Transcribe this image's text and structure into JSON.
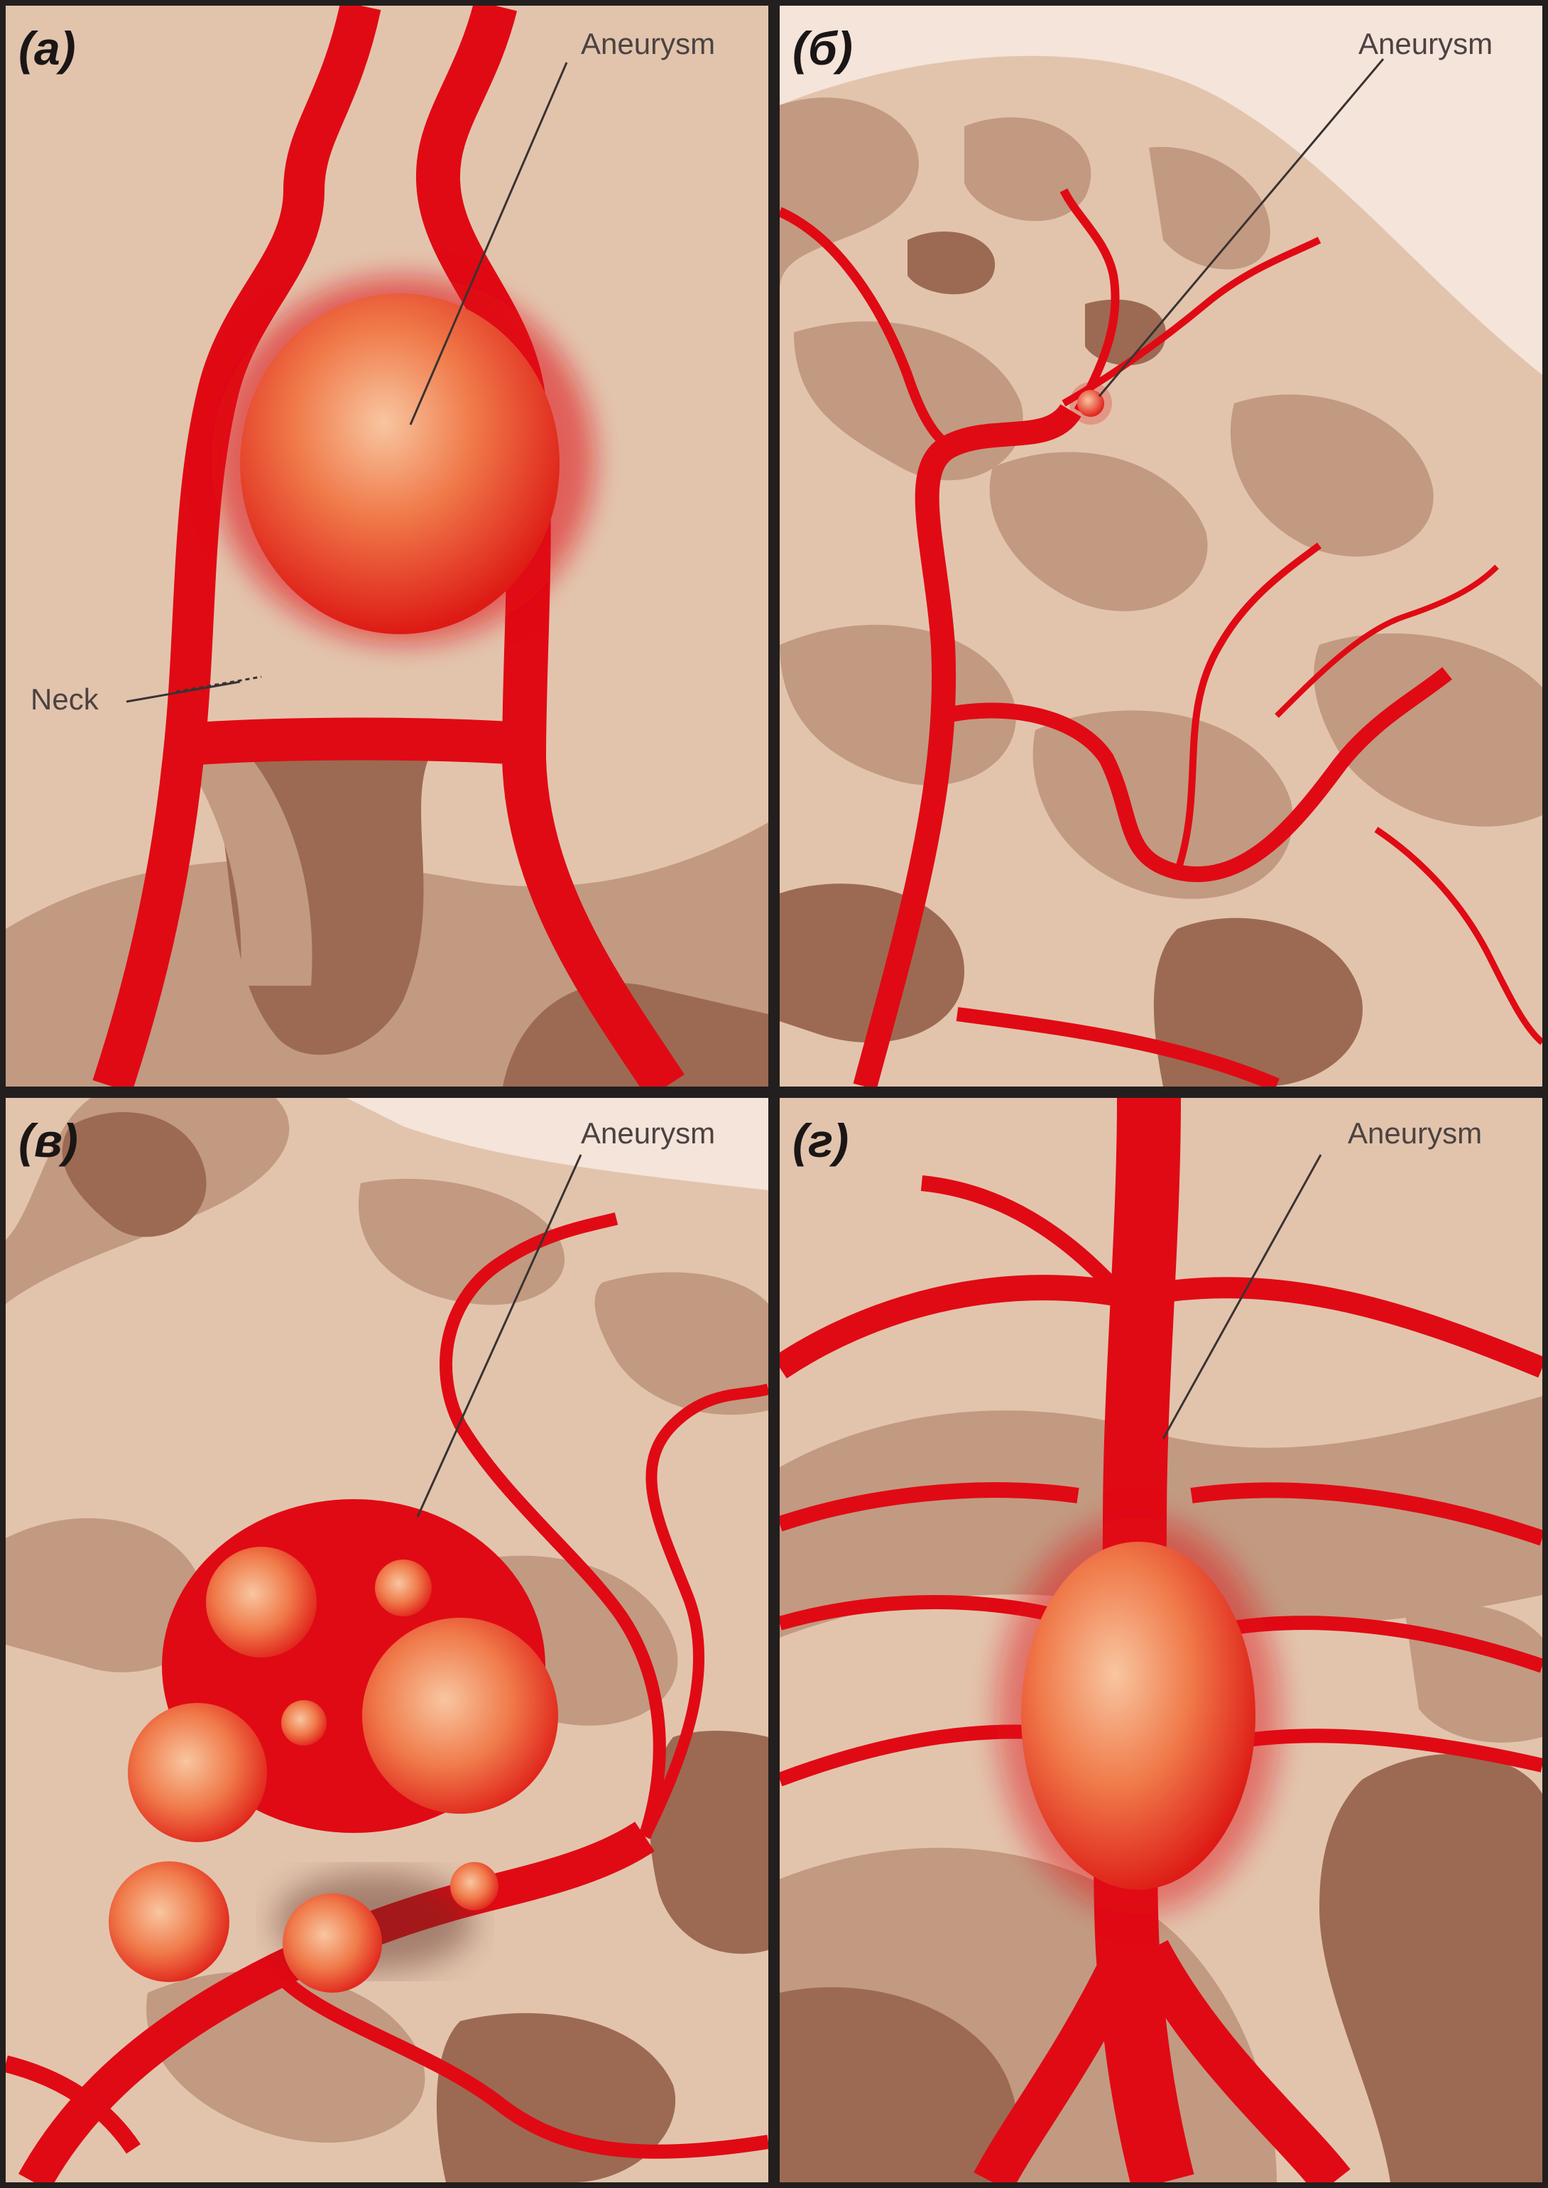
{
  "panels": [
    {
      "label": "(а)",
      "callouts": [
        "Aneurysm",
        "Neck"
      ]
    },
    {
      "label": "(б)",
      "callouts": [
        "Aneurysm"
      ]
    },
    {
      "label": "(в)",
      "callouts": [
        "Aneurysm"
      ]
    },
    {
      "label": "(г)",
      "callouts": [
        "Aneurysm"
      ]
    }
  ],
  "colors": {
    "background_light": "#e2c4ad",
    "tissue_mid": "#c29a81",
    "tissue_dark": "#9c6a52",
    "sky": "#f4e4da",
    "vessel": "#e00a14",
    "aneurysm_highlight": "#f8c6a0",
    "frame": "#231f1e"
  }
}
